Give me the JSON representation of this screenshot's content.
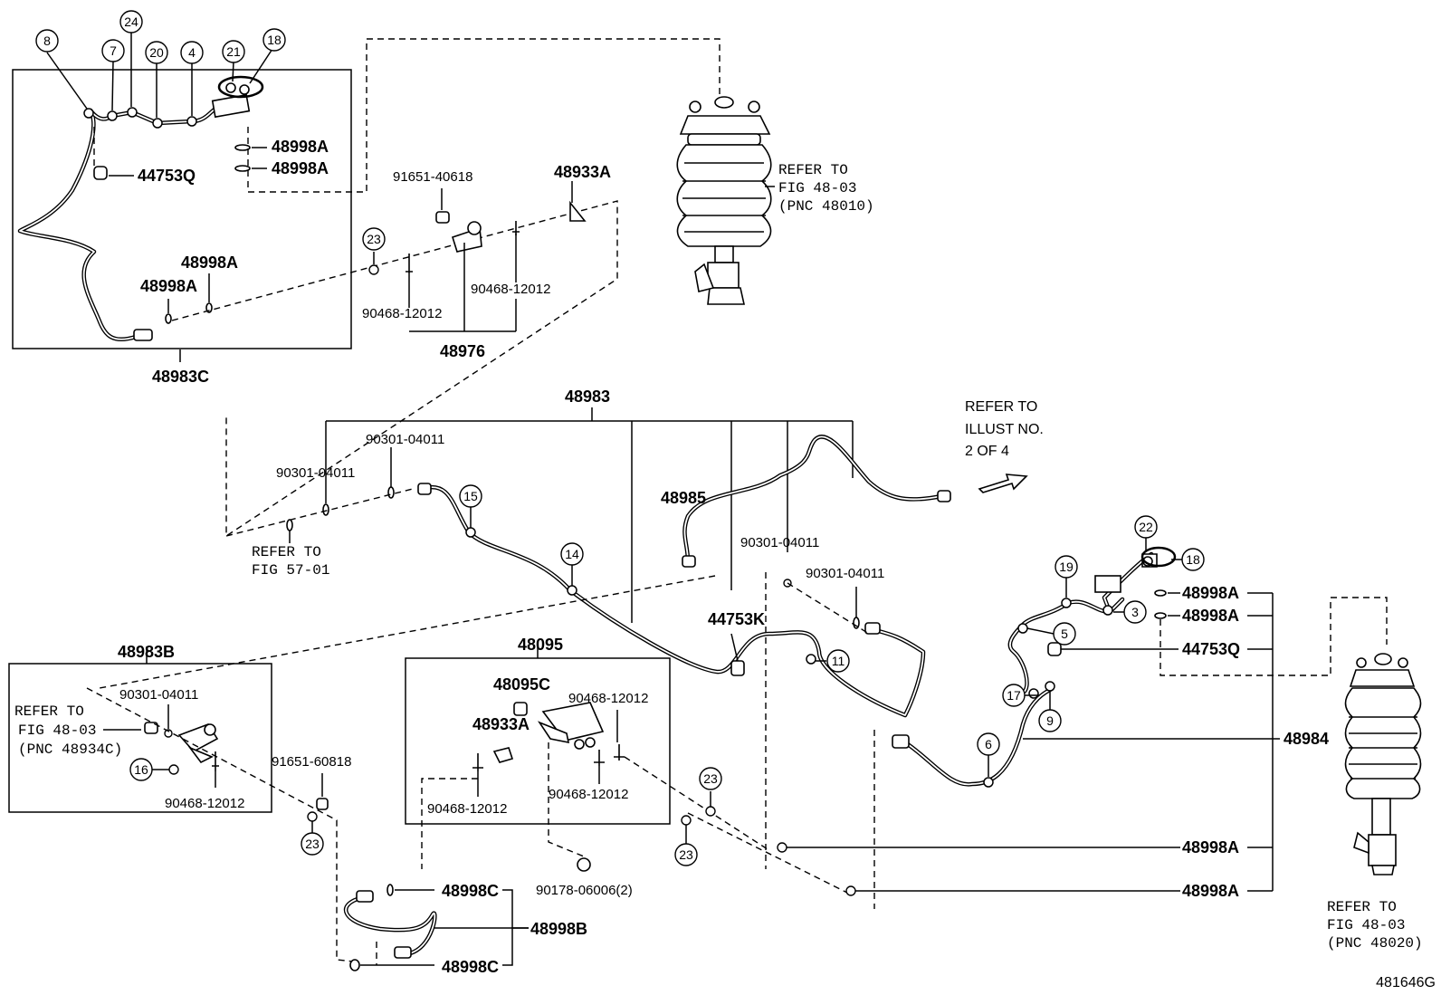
{
  "callouts": {
    "c8": "8",
    "c24": "24",
    "c7": "7",
    "c20": "20",
    "c4": "4",
    "c21": "21",
    "c18a": "18",
    "c23a": "23",
    "c15": "15",
    "c14": "14",
    "c11": "11",
    "c16": "16",
    "c23b": "23",
    "c23c": "23",
    "c23d": "23",
    "c22": "22",
    "c18b": "18",
    "c19": "19",
    "c3": "3",
    "c5": "5",
    "c17": "17",
    "c9": "9",
    "c6": "6"
  },
  "parts": {
    "p48998A_1": "48998A",
    "p48998A_2": "48998A",
    "p44753Q_1": "44753Q",
    "p48998A_3": "48998A",
    "p48998A_4": "48998A",
    "p48983C": "48983C",
    "p91651_40618": "91651-40618",
    "p48933A_1": "48933A",
    "p90468_12012_1": "90468-12012",
    "p90468_12012_2": "90468-12012",
    "p48976": "48976",
    "p48983": "48983",
    "p90301_04011_1": "90301-04011",
    "p90301_04011_2": "90301-04011",
    "p48985": "48985",
    "p90301_04011_3": "90301-04011",
    "p90301_04011_4": "90301-04011",
    "p44753K": "44753K",
    "p48983B": "48983B",
    "p90301_04011_5": "90301-04011",
    "p91651_60818": "91651-60818",
    "p90468_12012_3": "90468-12012",
    "p48095": "48095",
    "p48095C": "48095C",
    "p90468_12012_4": "90468-12012",
    "p48933A_2": "48933A",
    "p90468_12012_5": "90468-12012",
    "p90468_12012_6": "90468-12012",
    "p90178": "90178-06006(2)",
    "p48998C_1": "48998C",
    "p48998B": "48998B",
    "p48998C_2": "48998C",
    "p48998A_5": "48998A",
    "p48998A_6": "48998A",
    "p44753Q_2": "44753Q",
    "p48984": "48984",
    "p48998A_7": "48998A",
    "p48998A_8": "48998A"
  },
  "refs": {
    "r1_l1": "REFER TO",
    "r1_l2": "FIG 48-03",
    "r1_l3": "(PNC 48010)",
    "r2_l1": "REFER TO",
    "r2_l2": "ILLUST NO.",
    "r2_l3": "2 OF 4",
    "r3_l1": "REFER TO",
    "r3_l2": "FIG 57-01",
    "r4_l1": "REFER TO",
    "r4_l2": "FIG 48-03",
    "r4_l3": "(PNC 48934C)",
    "r5_l1": "REFER TO",
    "r5_l2": "FIG 48-03",
    "r5_l3": "(PNC 48020)"
  },
  "figure_code": "481646G"
}
